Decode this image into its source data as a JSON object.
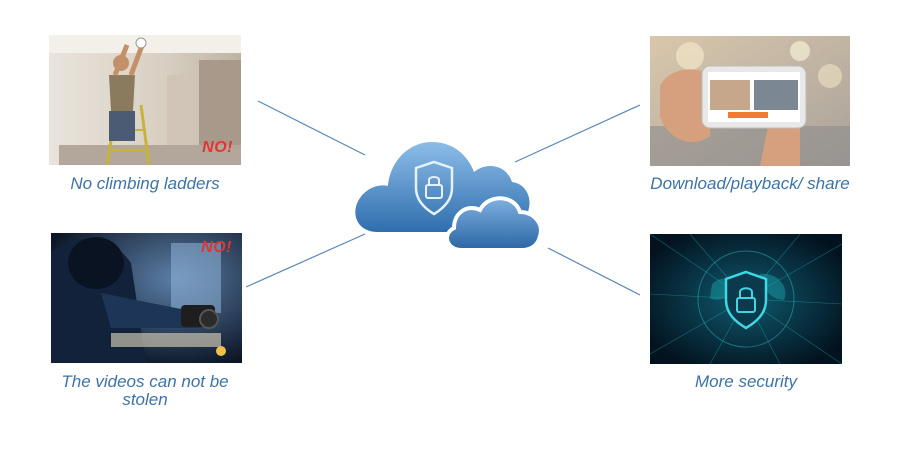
{
  "captions": {
    "top_left": "No climbing ladders",
    "bottom_left": "The videos can not be stolen",
    "top_right": "Download/playback/ share",
    "bottom_right": "More security"
  },
  "badges": {
    "top_left": "NO!",
    "bottom_left": "NO!"
  },
  "icons": {
    "center": "cloud-lock-icon",
    "security": "shield-lock-icon"
  },
  "colors": {
    "caption": "#3d73a8",
    "connector": "#5b88b8",
    "cloud_light": "#7fb0e0",
    "cloud_dark": "#2f6ead",
    "badge": "#e03535"
  }
}
